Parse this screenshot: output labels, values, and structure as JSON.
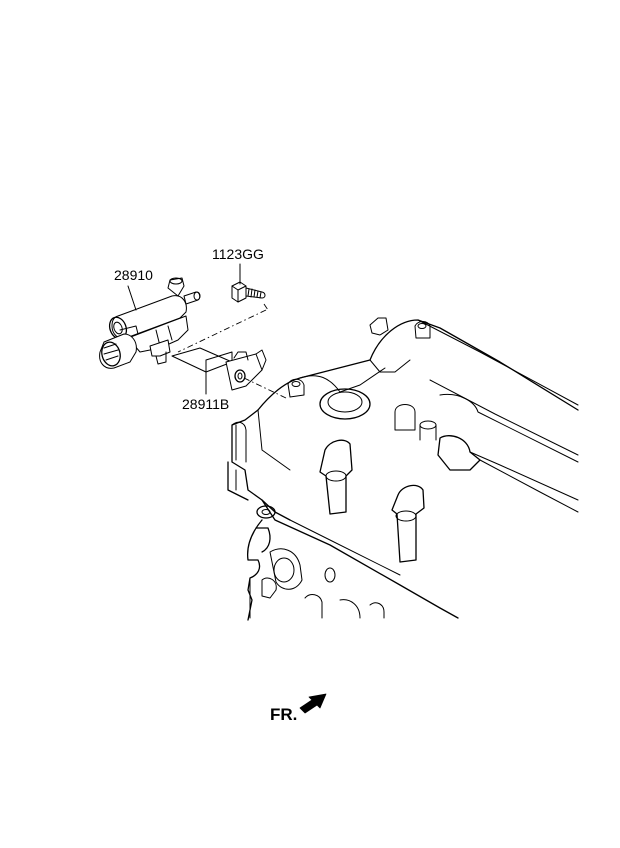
{
  "callouts": {
    "solenoid_valve": "28910",
    "bolt": "1123GG",
    "bracket": "28911B"
  },
  "direction_marker": {
    "label": "FR.",
    "icon": "front-direction-arrow-icon"
  }
}
